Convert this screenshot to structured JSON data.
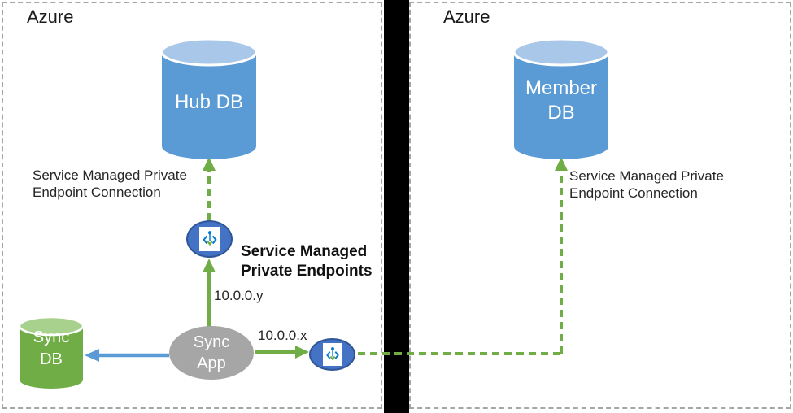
{
  "colors": {
    "db_blue": "#5b9bd5",
    "db_blue_top": "#a9c7e8",
    "db_green": "#70ad47",
    "db_green_top": "#a9d18e",
    "arrow_green": "#70ad47",
    "arrow_blue": "#5b9bd5",
    "endpoint_fill": "#4472c4",
    "endpoint_border": "#2f5597",
    "app_gray": "#a6a6a6",
    "icon_blue": "#0078d4",
    "icon_green": "#70ad47",
    "panel_border": "#a6a6a6",
    "divider": "#000000",
    "text_dark": "#262626"
  },
  "left_panel": {
    "title": "Azure",
    "hub_db_label": "Hub DB",
    "sync_db_label": "Sync DB",
    "sync_app_label": "Sync App",
    "connection_label": "Service Managed Private Endpoint Connection",
    "endpoints_label": "Service Managed Private Endpoints",
    "ip_label_y": "10.0.0.y",
    "ip_label_x": "10.0.0.x"
  },
  "right_panel": {
    "title": "Azure",
    "member_db_label": "Member DB",
    "connection_label": "Service Managed Private Endpoint Connection"
  },
  "icons": {
    "private_endpoint": "private-endpoint-icon (angle brackets with pin and green chevron)"
  }
}
